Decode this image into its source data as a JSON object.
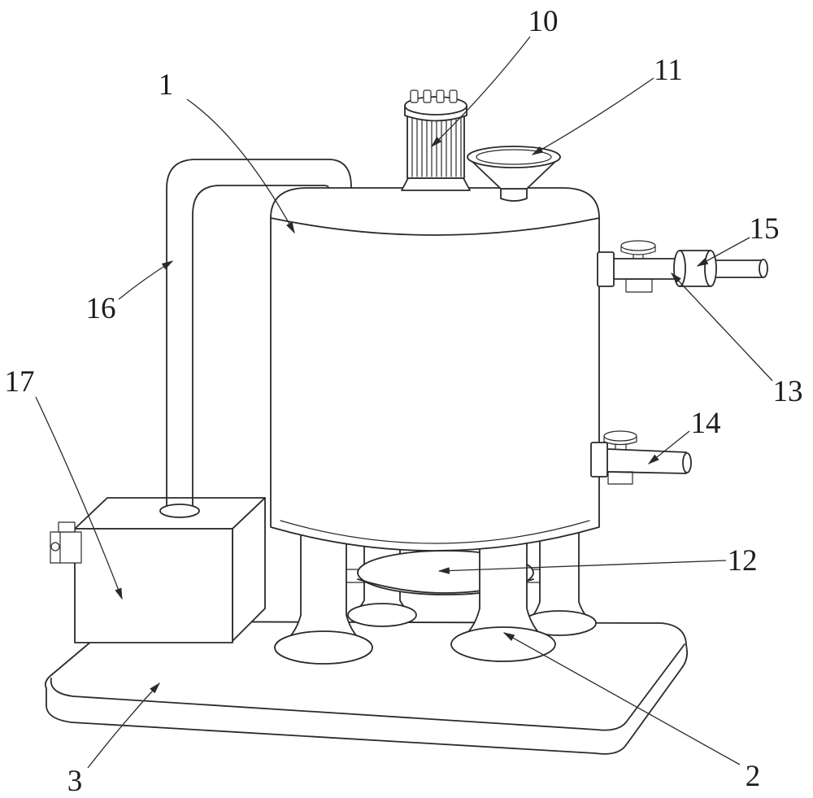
{
  "figure": {
    "background": "#ffffff",
    "line_color": "#2a2a2a",
    "labels": [
      {
        "text": "1"
      },
      {
        "text": "2"
      },
      {
        "text": "3"
      },
      {
        "text": "10"
      },
      {
        "text": "11"
      },
      {
        "text": "12"
      },
      {
        "text": "13"
      },
      {
        "text": "14"
      },
      {
        "text": "15"
      },
      {
        "text": "16"
      },
      {
        "text": "17"
      }
    ]
  }
}
